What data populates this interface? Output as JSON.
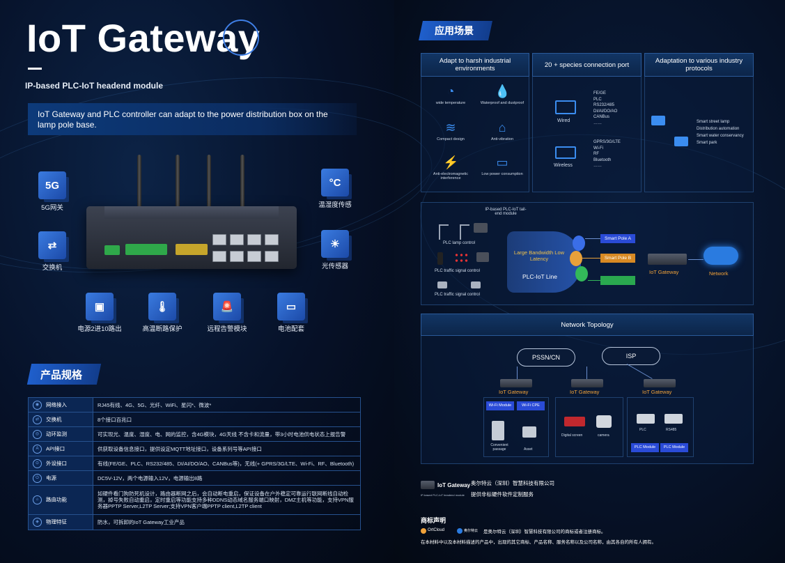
{
  "title": "IoT Gateway",
  "subtitle": "IP-based PLC-IoT headend module",
  "banner": "IoT Gateway and PLC controller can adapt to the power distribution box on the lamp pole base.",
  "features": [
    {
      "label": "5G网关",
      "icon": "5g-icon",
      "glyph": "5G"
    },
    {
      "label": "交换机",
      "icon": "switch-icon",
      "glyph": "⇄"
    },
    {
      "label": "电源2进10路出",
      "icon": "chip-icon",
      "glyph": "▣"
    },
    {
      "label": "高温断路保护",
      "icon": "thermometer-icon",
      "glyph": "🌡"
    },
    {
      "label": "远程告警模块",
      "icon": "alarm-icon",
      "glyph": "🚨"
    },
    {
      "label": "电池配套",
      "icon": "battery-icon",
      "glyph": "▭"
    },
    {
      "label": "温湿度传感",
      "icon": "humidity-sensor-icon",
      "glyph": "°C"
    },
    {
      "label": "光传感器",
      "icon": "light-sensor-icon",
      "glyph": "☀"
    }
  ],
  "specs": {
    "title": "产品规格",
    "rows": [
      {
        "label": "网络接入",
        "value": "RJ45有线、4G、5G、光纤、WiFi、星闪*、微波*"
      },
      {
        "label": "交换机",
        "value": "8个接口百兆口"
      },
      {
        "label": "动环监测",
        "value": "可实现光、温度、湿度、电、网的监控，含4G模块，4G天线 不含卡和流量，带3小时电池供电状态上报告警"
      },
      {
        "label": "API接口",
        "value": "供获取设备信息接口，提供设定MQTT地址接口，设备系列号等API接口"
      },
      {
        "label": "外设接口",
        "value": "有线(FE/GE、PLC、RS232/485、DI/AI/DO/AO、CANBus等)，无线(+ GPRS/3G/LTE、Wi-Fi、RF、Bluetooth)"
      },
      {
        "label": "电源",
        "value": "DC5V-12V，两个电源输入12V，电源输出8路"
      },
      {
        "label": "路由功能",
        "value": "如硬件看门狗防死机设计，路由器断网之后，会自动断电重启，保证设备在户外稳定可靠运行联网断线自动检测，掉号失败自动重启，定时重启等功能支持多种DDNS动态域名服务端口映射，DMZ主机等功能，支持VPN服务器PPTP Server,L2TP Server;支持VPN客户端PPTP client,L2TP client"
      },
      {
        "label": "物理特征",
        "value": "防水，可拆卸的IoT Gateway工业产品"
      }
    ]
  },
  "scenes": {
    "title": "应用场景",
    "panel1": {
      "title": "Adapt to harsh industrial environments",
      "items": [
        {
          "label": "wide temperature",
          "icon": "gauge-icon",
          "glyph": "◔"
        },
        {
          "label": "Waterproof and dustproof",
          "icon": "water-drop-icon",
          "glyph": "💧"
        },
        {
          "label": "Compact design",
          "icon": "layers-icon",
          "glyph": "≋"
        },
        {
          "label": "Anti-vibration",
          "icon": "house-icon",
          "glyph": "⌂"
        },
        {
          "label": "Anti-electromagnetic interference",
          "icon": "lightning-icon",
          "glyph": "⚡"
        },
        {
          "label": "Low power consumption",
          "icon": "battery-low-icon",
          "glyph": "▭"
        }
      ]
    },
    "panel2": {
      "title": "20 + species connection port",
      "wired_label": "Wired",
      "wired_items": [
        "FE/GE",
        "PLC",
        "RS232/485",
        "DI/AI/DO/AO",
        "CANBus",
        "……"
      ],
      "wireless_label": "Wireless",
      "wireless_items": [
        "GPRS/3G/LTE",
        "Wi-Fi",
        "RF",
        "Bluetooth",
        "……"
      ]
    },
    "panel3": {
      "title": "Adaptation to various industry protocols",
      "items": [
        "Smart street lamp",
        "Distribution automation",
        "Smart water conservancy",
        "Smart park"
      ]
    },
    "plc": {
      "tail_label": "IP-based PLC-IoT tail-end module",
      "lamp_control": "PLC lamp control",
      "traffic1": "PLC traffic signal control",
      "traffic2": "PLC traffic signal control",
      "bandwidth": "Large Bandwidth Low Latency",
      "line": "PLC-IoT Line",
      "poleA": "Smart Pole A",
      "poleB": "Smart Pole B",
      "gateway": "IoT Gateway",
      "network": "Network"
    },
    "topology": {
      "title": "Network Topology",
      "cloud1": "PSSN/CN",
      "cloud2": "ISP",
      "gateway": "IoT Gateway",
      "wifi_module": "Wi-Fi Module",
      "wifi_cpe": "Wi-Fi CPE",
      "convenient_passage": "Convenient passage",
      "asset": "Asset",
      "digital_screen": "Digital screen",
      "camera": "camera",
      "plc": "PLC",
      "rs485": "RS485",
      "plc_module": "PLC Module"
    }
  },
  "footer": {
    "brand": "IoT Gateway",
    "brand_sub": "IP-based PLC-IoT headend module",
    "company": "奥尔特云（深圳）智慧科技有限公司",
    "service": "提供非标硬件软件定制服务",
    "trademark_title": "商标声明",
    "logo1": "OrtCloud",
    "logo2": "奥尔特云",
    "trademark_line1": "是奥尔特云（深圳）智慧科技有限公司的商标或者注册商标。",
    "trademark_line2": "在本材料中以及本材料描述的产品中，出现的其它商标、产品名称、服务名称以及公司名称，由其各自的所有人拥有。"
  }
}
